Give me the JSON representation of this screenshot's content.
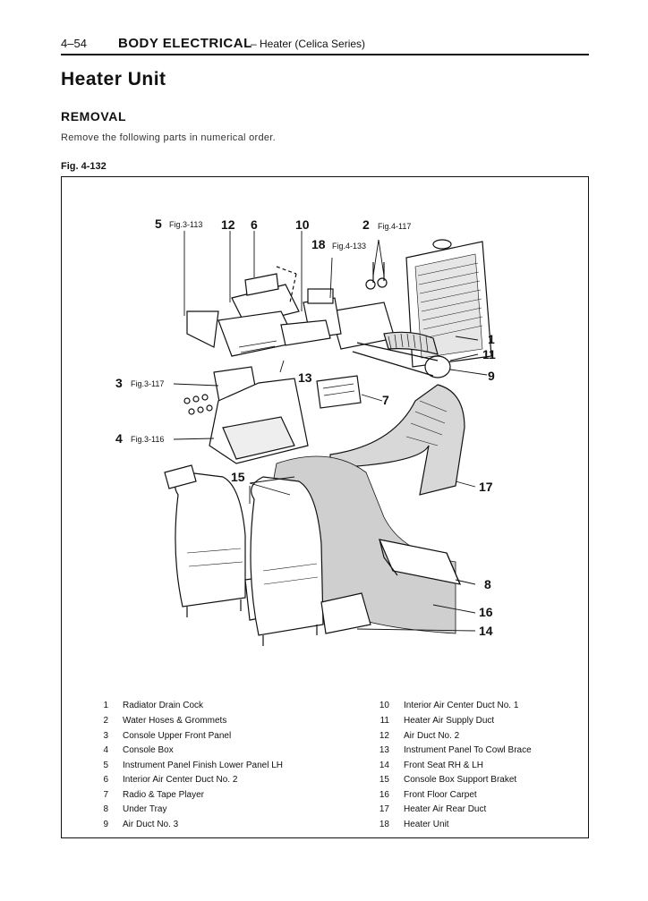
{
  "header": {
    "page_number": "4–54",
    "section": "BODY ELECTRICAL",
    "subtitle": "– Heater (Celica Series)"
  },
  "heading": "Heater Unit",
  "subheading": "REMOVAL",
  "intro": "Remove the following parts in numerical order.",
  "figure": {
    "label": "Fig. 4-132",
    "callouts": [
      {
        "num": "5",
        "ref": "Fig.3-113"
      },
      {
        "num": "12",
        "ref": ""
      },
      {
        "num": "6",
        "ref": ""
      },
      {
        "num": "10",
        "ref": ""
      },
      {
        "num": "2",
        "ref": "Fig.4-117"
      },
      {
        "num": "18",
        "ref": "Fig.4-133"
      },
      {
        "num": "1",
        "ref": ""
      },
      {
        "num": "11",
        "ref": ""
      },
      {
        "num": "9",
        "ref": ""
      },
      {
        "num": "3",
        "ref": "Fig.3-117"
      },
      {
        "num": "13",
        "ref": ""
      },
      {
        "num": "7",
        "ref": ""
      },
      {
        "num": "4",
        "ref": "Fig.3-116"
      },
      {
        "num": "15",
        "ref": ""
      },
      {
        "num": "17",
        "ref": ""
      },
      {
        "num": "8",
        "ref": ""
      },
      {
        "num": "16",
        "ref": ""
      },
      {
        "num": "14",
        "ref": ""
      }
    ]
  },
  "legend_left": [
    {
      "num": "1",
      "text": "Radiator Drain Cock"
    },
    {
      "num": "2",
      "text": "Water Hoses & Grommets"
    },
    {
      "num": "3",
      "text": "Console Upper Front Panel"
    },
    {
      "num": "4",
      "text": "Console Box"
    },
    {
      "num": "5",
      "text": "Instrument Panel Finish Lower Panel LH"
    },
    {
      "num": "6",
      "text": "Interior Air Center Duct No. 2"
    },
    {
      "num": "7",
      "text": "Radio & Tape Player"
    },
    {
      "num": "8",
      "text": "Under Tray"
    },
    {
      "num": "9",
      "text": "Air Duct No. 3"
    }
  ],
  "legend_right": [
    {
      "num": "10",
      "text": "Interior Air Center Duct No. 1"
    },
    {
      "num": "11",
      "text": "Heater Air Supply Duct"
    },
    {
      "num": "12",
      "text": "Air Duct No. 2"
    },
    {
      "num": "13",
      "text": "Instrument Panel To Cowl Brace"
    },
    {
      "num": "14",
      "text": "Front Seat RH & LH"
    },
    {
      "num": "15",
      "text": "Console Box Support Braket"
    },
    {
      "num": "16",
      "text": "Front Floor Carpet"
    },
    {
      "num": "17",
      "text": "Heater Air Rear Duct"
    },
    {
      "num": "18",
      "text": "Heater Unit"
    }
  ]
}
